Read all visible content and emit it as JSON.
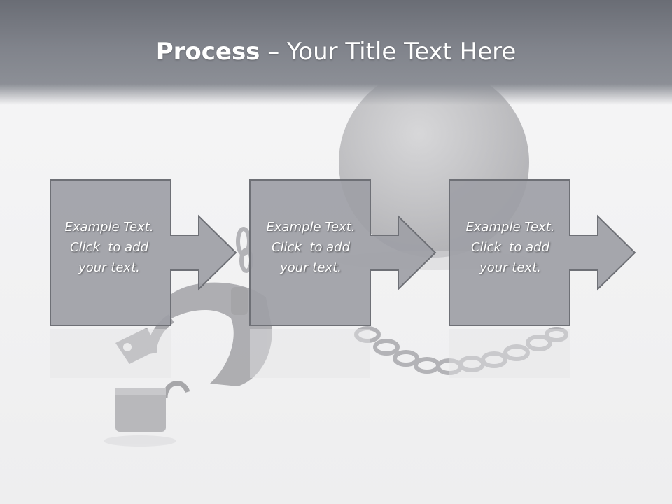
{
  "slide": {
    "title_bold": "Process",
    "title_rest": " – Your Title Text Here"
  },
  "steps": [
    {
      "line1": "Example Text.",
      "line2": "Click  to add",
      "line3": "your text."
    },
    {
      "line1": "Example Text.",
      "line2": "Click  to add",
      "line3": "your text."
    },
    {
      "line1": "Example Text.",
      "line2": "Click  to add",
      "line3": "your text."
    }
  ],
  "colors": {
    "box_fill": "#9ea0a6",
    "box_stroke": "#6e7076",
    "header": "#6a6d75"
  },
  "icons": [
    "iron-ball",
    "shackle",
    "padlock",
    "chain"
  ]
}
